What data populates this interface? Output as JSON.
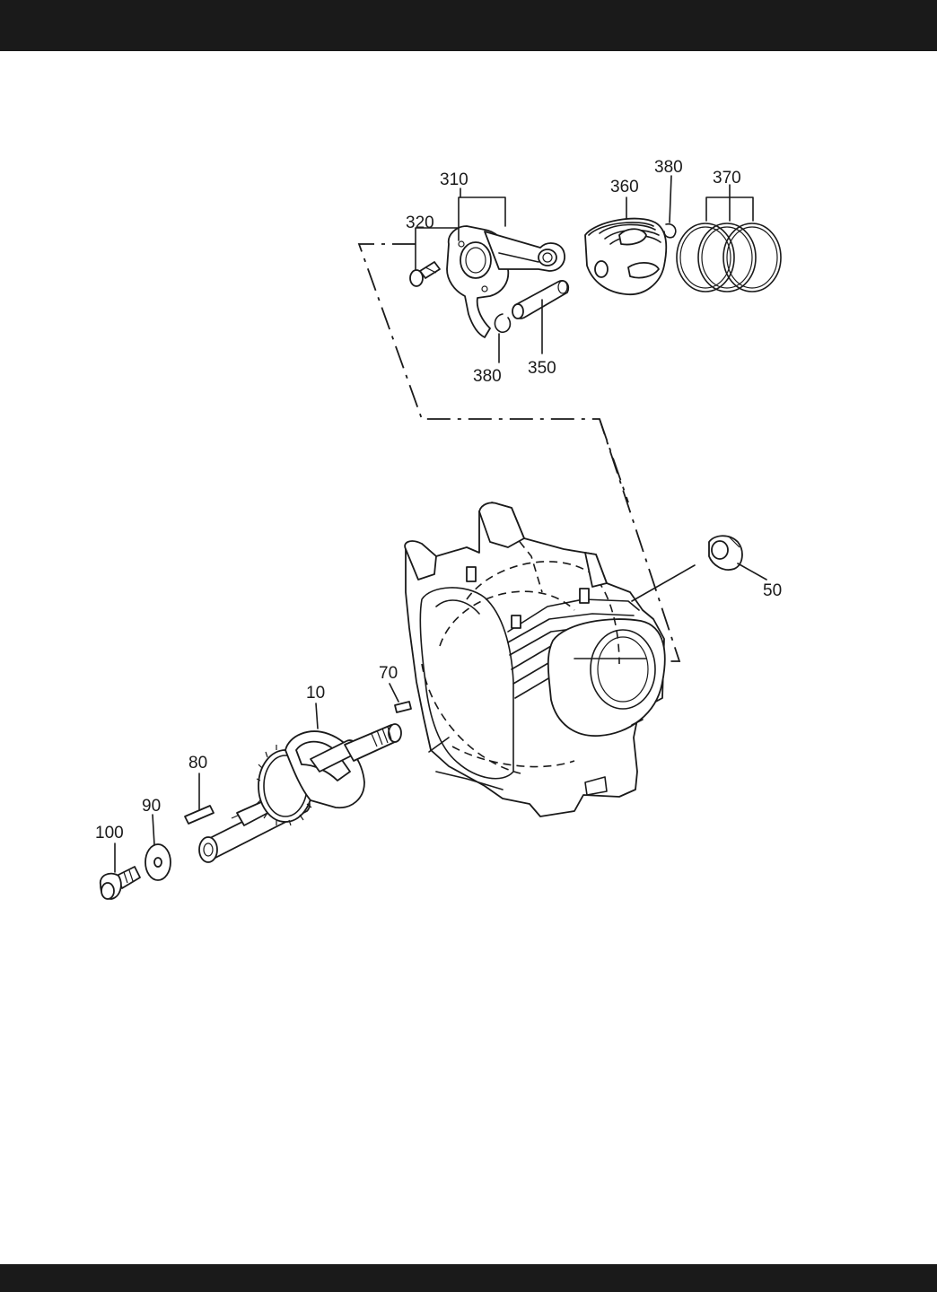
{
  "parts": [
    {
      "id": "p310",
      "number": "310"
    },
    {
      "id": "p320",
      "number": "320"
    },
    {
      "id": "p360",
      "number": "360"
    },
    {
      "id": "p380a",
      "number": "380"
    },
    {
      "id": "p370",
      "number": "370"
    },
    {
      "id": "p380b",
      "number": "380"
    },
    {
      "id": "p350",
      "number": "350"
    },
    {
      "id": "p50",
      "number": "50"
    },
    {
      "id": "p70",
      "number": "70"
    },
    {
      "id": "p10",
      "number": "10"
    },
    {
      "id": "p80",
      "number": "80"
    },
    {
      "id": "p90",
      "number": "90"
    },
    {
      "id": "p100",
      "number": "100"
    }
  ]
}
